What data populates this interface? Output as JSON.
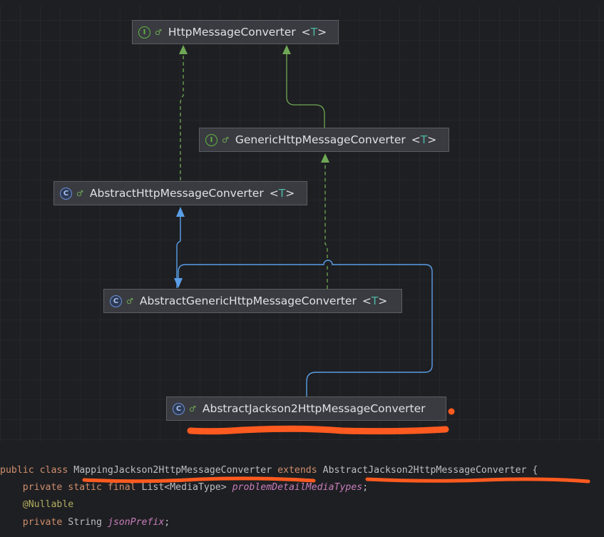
{
  "diagram": {
    "nodes": [
      {
        "id": "n1",
        "kind": "I",
        "name": "HttpMessageConverter",
        "generic_open": "<",
        "type_param": "T",
        "generic_close": ">"
      },
      {
        "id": "n2",
        "kind": "I",
        "name": "GenericHttpMessageConverter",
        "generic_open": "<",
        "type_param": "T",
        "generic_close": ">"
      },
      {
        "id": "n3",
        "kind": "C",
        "name": "AbstractHttpMessageConverter",
        "generic_open": "<",
        "type_param": "T",
        "generic_close": ">"
      },
      {
        "id": "n4",
        "kind": "C",
        "name": "AbstractGenericHttpMessageConverter",
        "generic_open": "<",
        "type_param": "T",
        "generic_close": ">"
      },
      {
        "id": "n5",
        "kind": "C",
        "name": "AbstractJackson2HttpMessageConverter"
      }
    ],
    "visibility_glyph": "♂",
    "colors": {
      "background": "#1e1f22",
      "node_fill": "#393b40",
      "implements_edge": "#6fa855",
      "extends_edge": "#5a9ee8",
      "highlight": "#ff5a1f"
    }
  },
  "code": {
    "line1": {
      "kw_public": "public",
      "kw_class": "class",
      "class_name": "MappingJackson2HttpMessageConverter",
      "kw_extends": "extends",
      "super_name": "AbstractJackson2HttpMessageConverter",
      "brace": "{"
    },
    "line2": {
      "kw_private": "private",
      "kw_static": "static",
      "kw_final": "final",
      "type": "List<MediaType>",
      "field": "problemDetailMediaTypes",
      "end": ";"
    },
    "line3": {
      "annotation": "@Nullable"
    },
    "line4": {
      "kw_private": "private",
      "type": "String",
      "field": "jsonPrefix",
      "end": ";"
    }
  }
}
